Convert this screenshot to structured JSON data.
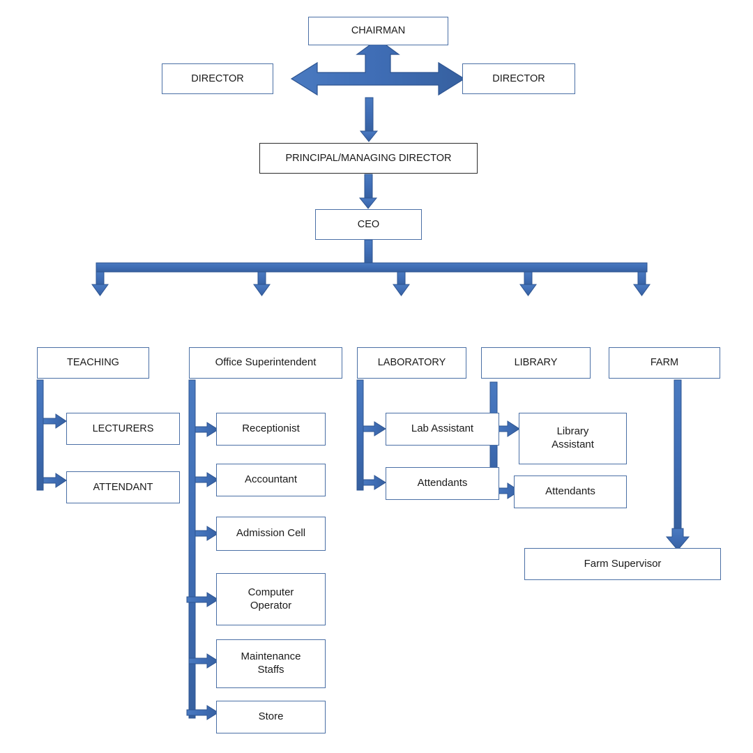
{
  "diagram": {
    "title": "Organizational Structure Chart",
    "accent_color": "#3f6db5",
    "accent_stroke": "#2d5491",
    "box_border_color": "#4a6fa5",
    "dark_border_color": "#2b2b2b",
    "background": "#ffffff"
  },
  "nodes": {
    "chairman": "CHAIRMAN",
    "director_left": "DIRECTOR",
    "director_right": "DIRECTOR",
    "principal": "PRINCIPAL/MANAGING DIRECTOR",
    "ceo": "CEO",
    "teaching": "TEACHING",
    "office_superintendent": "Office Superintendent",
    "laboratory": "LABORATORY",
    "library": "LIBRARY",
    "farm": "FARM",
    "lecturers": "LECTURERS",
    "attendant": "ATTENDANT",
    "receptionist": "Receptionist",
    "accountant": "Accountant",
    "admission_cell": "Admission Cell",
    "computer_operator": "Computer\nOperator",
    "maintenance_staffs": "Maintenance\nStaffs",
    "store": "Store",
    "lab_assistant": "Lab Assistant",
    "lab_attendants": "Attendants",
    "library_assistant": "Library\nAssistant",
    "library_attendants": "Attendants",
    "farm_supervisor": "Farm Supervisor"
  },
  "hierarchy": {
    "level_1": [
      "CHAIRMAN"
    ],
    "level_2": [
      "DIRECTOR",
      "DIRECTOR"
    ],
    "level_3": [
      "PRINCIPAL/MANAGING DIRECTOR"
    ],
    "level_4": [
      "CEO"
    ],
    "departments": [
      {
        "name": "TEACHING",
        "children": [
          "LECTURERS",
          "ATTENDANT"
        ]
      },
      {
        "name": "Office Superintendent",
        "children": [
          "Receptionist",
          "Accountant",
          "Admission Cell",
          "Computer Operator",
          "Maintenance Staffs",
          "Store"
        ]
      },
      {
        "name": "LABORATORY",
        "children": [
          "Lab Assistant",
          "Attendants"
        ]
      },
      {
        "name": "LIBRARY",
        "children": [
          "Library Assistant",
          "Attendants"
        ]
      },
      {
        "name": "FARM",
        "children": [
          "Farm Supervisor"
        ]
      }
    ]
  },
  "connectors": {
    "chairman_director_arrow": "double-headed-horizontal-arrow-with-up-arrow",
    "chairman_to_principal": "down-arrow",
    "principal_to_ceo": "down-arrow",
    "ceo_distribution_bar": "horizontal-bar-with-five-down-arrows",
    "department_branch": "vertical-bar-with-right-arrows",
    "farm_branch": "long-vertical-down-arrow"
  }
}
